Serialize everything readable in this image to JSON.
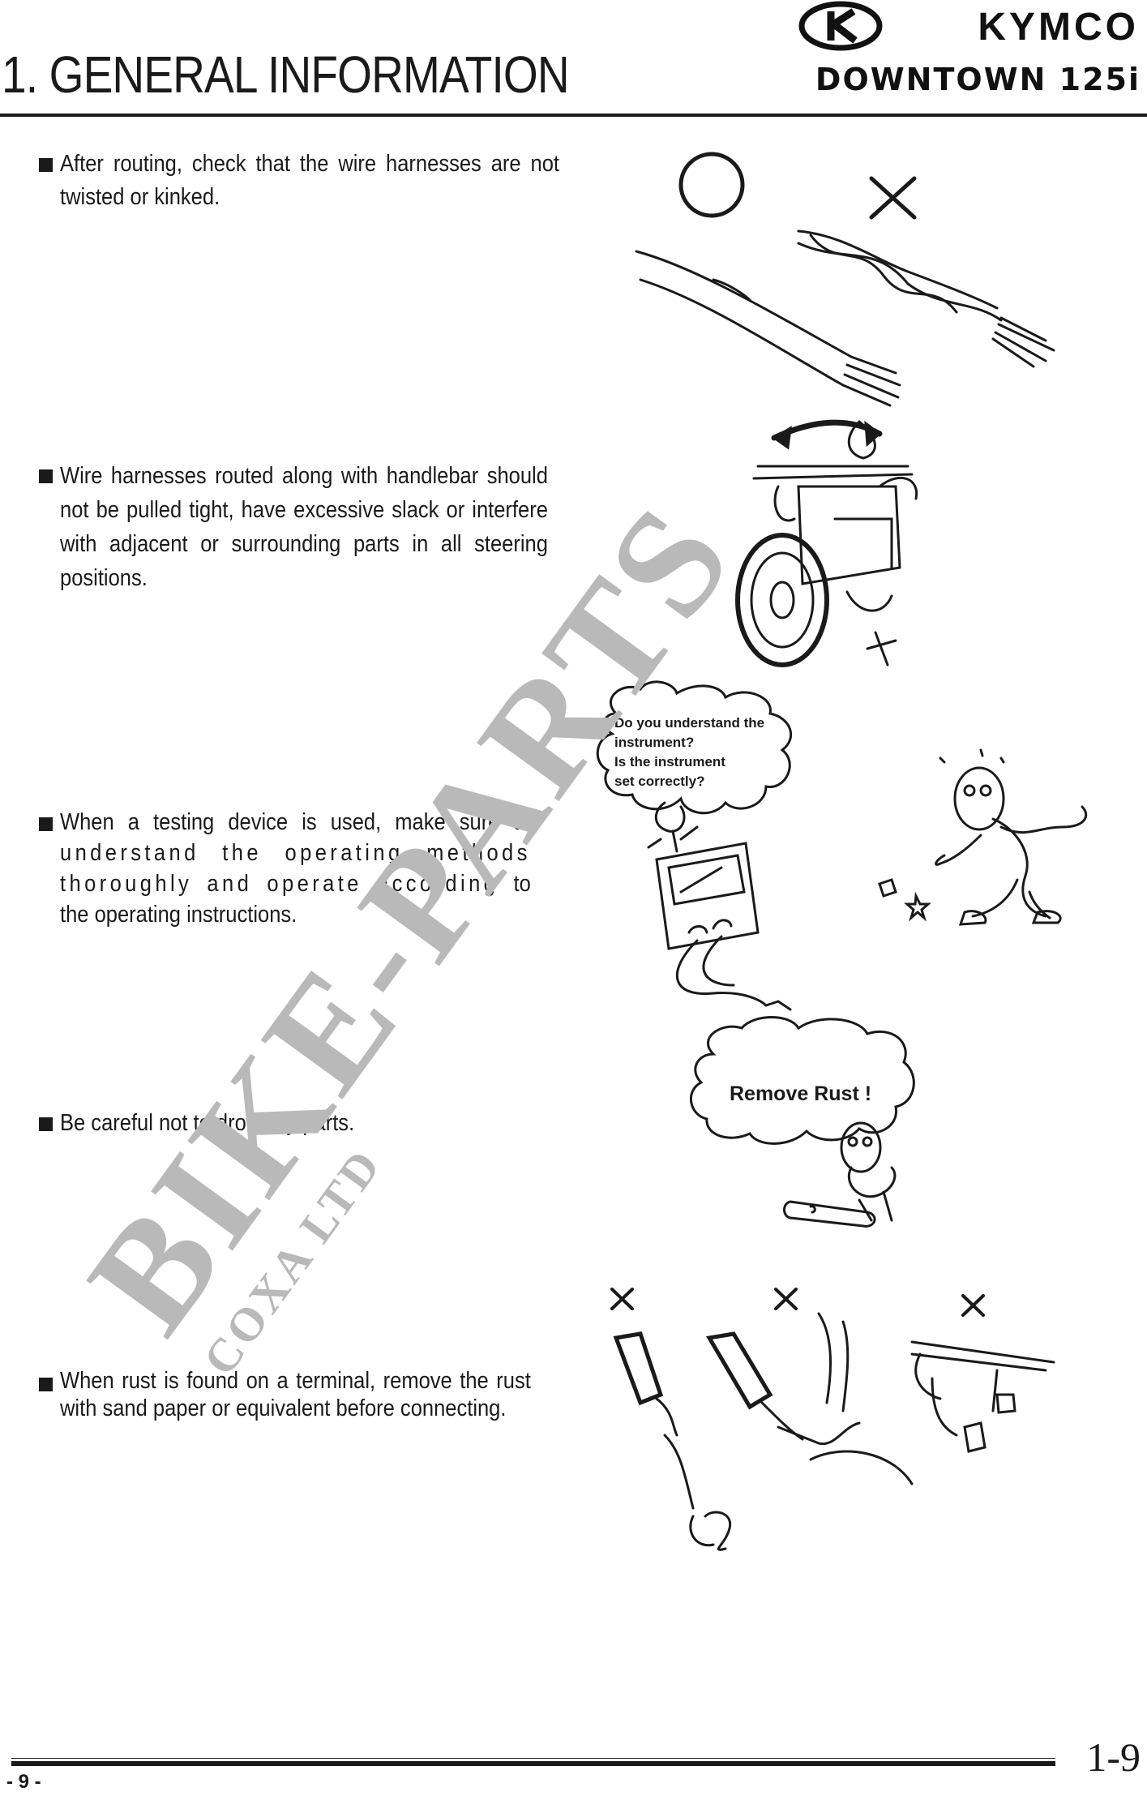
{
  "header": {
    "title": "1. GENERAL INFORMATION",
    "brand": "KYMCO",
    "model": "DOWNTOWN 125i"
  },
  "bullets": [
    {
      "text": "After routing, check that the wire harnesses are not twisted or kinked."
    },
    {
      "text": "Wire harnesses routed along with handlebar should not be pulled tight, have excessive slack or interfere with adjacent or surrounding parts in all steering positions."
    },
    {
      "first": "When a testing device is used, make sure to",
      "rest": "understand the operating methods thoroughly and operate according",
      "last": "to the operating instructions."
    },
    {
      "text": "Be careful not to drop any parts."
    },
    {
      "text": "When rust is found on a terminal, remove the rust with sand paper or equivalent before connecting."
    }
  ],
  "bubbles": {
    "instrument": [
      "Do you understand the",
      "instrument?",
      "Is the instrument",
      "set correctly?"
    ],
    "rust": "Remove Rust !"
  },
  "footer": {
    "page_code": "1-9",
    "page_number": "- 9 -"
  },
  "watermark": {
    "main": "BIKE-PARTS",
    "sub": "COXA LTD",
    "color": "#b9b9b9"
  },
  "colors": {
    "ink": "#1a1a1a"
  }
}
